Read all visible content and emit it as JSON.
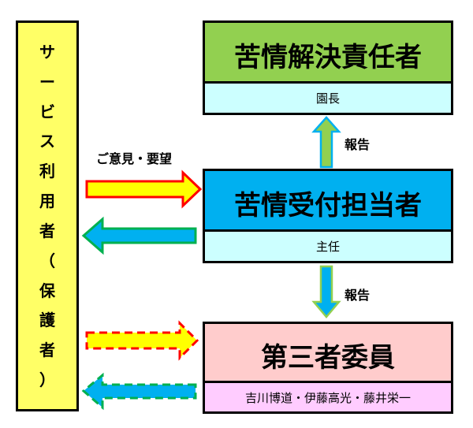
{
  "service_user": {
    "label_chars": [
      "サ",
      "ー",
      "ビ",
      "ス",
      "利",
      "用",
      "者",
      "（",
      "保",
      "護",
      "者",
      "）"
    ]
  },
  "complaint_resolver": {
    "title": "苦情解決責任者",
    "role": "園長"
  },
  "complaint_receiver": {
    "title": "苦情受付担当者",
    "role": "主任"
  },
  "third_party": {
    "title": "第三者委員",
    "members": "吉川博道・伊藤高光・藤井栄一"
  },
  "arrows": {
    "opinions_label": "ご意見・要望",
    "report_label_upper": "報告",
    "report_label_lower": "報告"
  },
  "colors": {
    "user_bar": "#ffff66",
    "resolver_head": "#92d050",
    "receiver_head": "#00b0f0",
    "third_head": "#ffcccc",
    "role_cell": "#ccffff",
    "members_cell": "#ffccff",
    "arrow_yellow": "#ffff00",
    "arrow_red_border": "#ff0000",
    "arrow_blue": "#00b0f0",
    "arrow_green_border": "#00b050",
    "arrow_report_fill": "#92d050",
    "arrow_report_lower_fill": "#00b0f0"
  }
}
